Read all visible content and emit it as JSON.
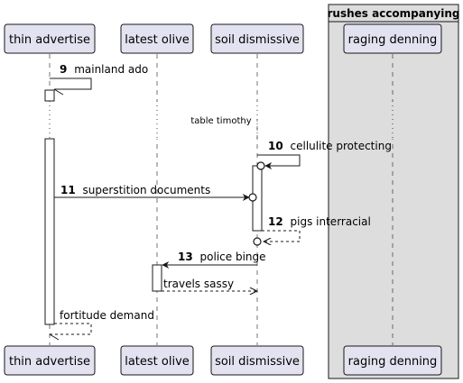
{
  "group": {
    "title": "rushes accompanying"
  },
  "participants": [
    {
      "id": "p1",
      "label": "thin advertise"
    },
    {
      "id": "p2",
      "label": "latest olive"
    },
    {
      "id": "p3",
      "label": "soil dismissive"
    },
    {
      "id": "p4",
      "label": "raging denning"
    }
  ],
  "messages": [
    {
      "id": "m9",
      "number": "9",
      "text": "mainland ado"
    },
    {
      "id": "m10",
      "number": "10",
      "text": "cellulite protecting"
    },
    {
      "id": "m11",
      "number": "11",
      "text": "superstition documents"
    },
    {
      "id": "m12",
      "number": "12",
      "text": "pigs interracial"
    },
    {
      "id": "m13",
      "number": "13",
      "text": "police binge"
    },
    {
      "id": "m14",
      "number": "",
      "text": "travels sassy"
    },
    {
      "id": "m15",
      "number": "",
      "text": "fortitude demand"
    }
  ],
  "divider": {
    "text": "table timothy"
  },
  "colors": {
    "participant_fill": "#E2E2F0",
    "participant_stroke": "#181818",
    "group_fill": "#DDDDDD",
    "line": "#181818"
  }
}
